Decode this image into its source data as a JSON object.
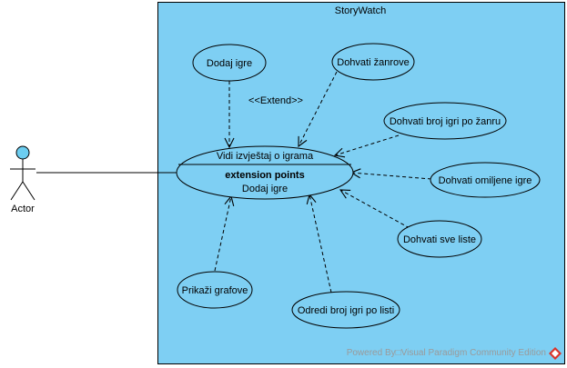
{
  "system": {
    "title": "StoryWatch"
  },
  "actor": {
    "label": "Actor"
  },
  "main_use_case": {
    "label": "Vidi izvještaj o igrama",
    "extension_points_header": "extension points",
    "extension_point": "Dodaj igre"
  },
  "use_cases": {
    "dodaj_igre": "Dodaj igre",
    "dohvati_zanrove": "Dohvati žanrove",
    "dohvati_broj_igri_po_zanru": "Dohvati broj igri po žanru",
    "dohvati_omiljene_igre": "Dohvati omiljene igre",
    "dohvati_sve_liste": "Dohvati sve liste",
    "prikazi_grafove": "Prikaži grafove",
    "odredi_broj_igri_po_listi": "Odredi broj igri po listi"
  },
  "stereotypes": {
    "extend": "<<Extend>>"
  },
  "watermark": {
    "text": "Powered By□Visual Paradigm Community Edition"
  },
  "colors": {
    "system_fill": "#7ecff3",
    "usecase_fill": "#7ecff3",
    "actor_head_fill": "#6ccdf0",
    "stroke": "#000000",
    "watermark_text": "#9a9a9a",
    "logo_red": "#d9342b"
  }
}
